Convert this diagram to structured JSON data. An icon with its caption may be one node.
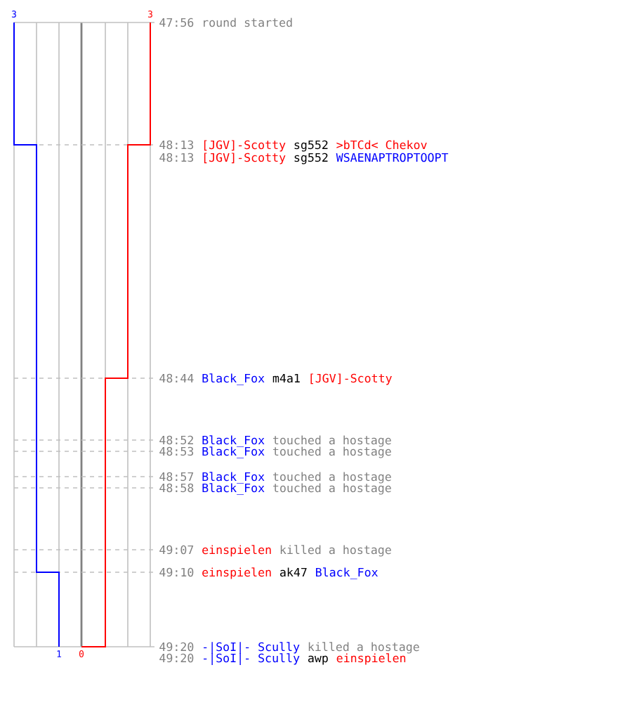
{
  "diagram": {
    "labels": [
      "3",
      "3",
      "47:56",
      "round started",
      "48:13",
      "[JGV]-Scotty",
      "sg552",
      ">bTCd< Chekov",
      "48:13",
      "[JGV]-Scotty",
      "sg552",
      "WSAENAPTROPTOOPT",
      "48:44",
      "Black_Fox",
      "m4a1",
      "[JGV]-Scotty",
      "48:52",
      "Black_Fox",
      "touched a hostage",
      "48:53",
      "Black_Fox",
      "touched a hostage",
      "48:57",
      "Black_Fox",
      "touched a hostage",
      "48:58",
      "Black_Fox",
      "touched a hostage",
      "49:07",
      "einspielen",
      "killed a hostage",
      "49:10",
      "einspielen",
      "ak47",
      "Black_Fox",
      "49:20",
      "-|SoI|- Scully",
      "killed a hostage",
      "49:20",
      "-|SoI|- Scully",
      "awp",
      "einspielen",
      "1",
      "0"
    ]
  }
}
